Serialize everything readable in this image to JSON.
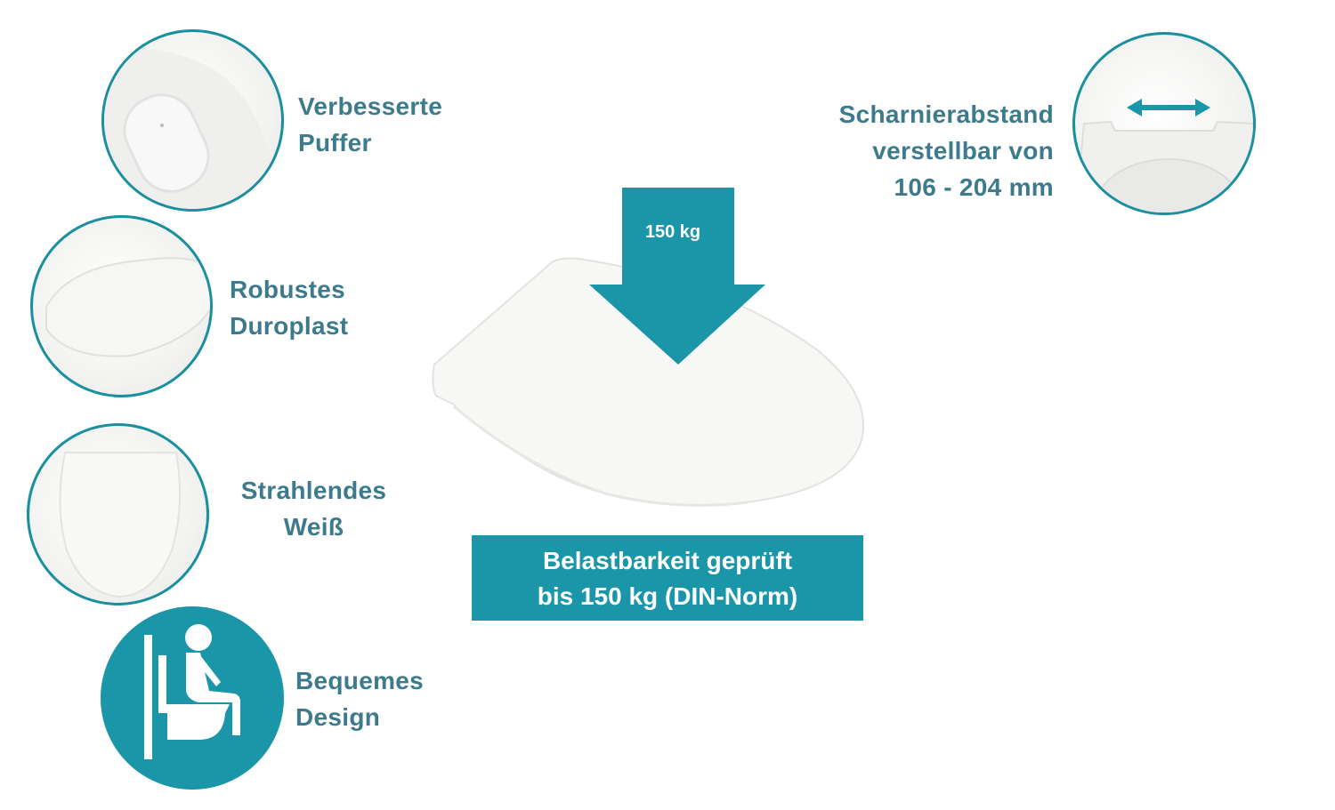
{
  "features": [
    {
      "line1": "Verbesserte",
      "line2": "Puffer",
      "icon": "buffer-closeup"
    },
    {
      "line1": "Robustes",
      "line2": "Duroplast",
      "icon": "seat-side-view"
    },
    {
      "line1": "Strahlendes",
      "line2": "Weiß",
      "icon": "seat-top-view"
    },
    {
      "line1": "Bequemes",
      "line2": "Design",
      "icon": "seated-person-icon"
    }
  ],
  "hinge": {
    "line1": "Scharnierabstand",
    "line2": "verstellbar von",
    "line3": "106 - 204 mm",
    "icon": "double-arrow-icon"
  },
  "load": {
    "arrow_label": "150 kg",
    "box_line1": "Belastbarkeit geprüft",
    "box_line2": "bis 150 kg (DIN-Norm)"
  },
  "colors": {
    "accent": "#1b95a8",
    "text": "#3c7a8c"
  }
}
